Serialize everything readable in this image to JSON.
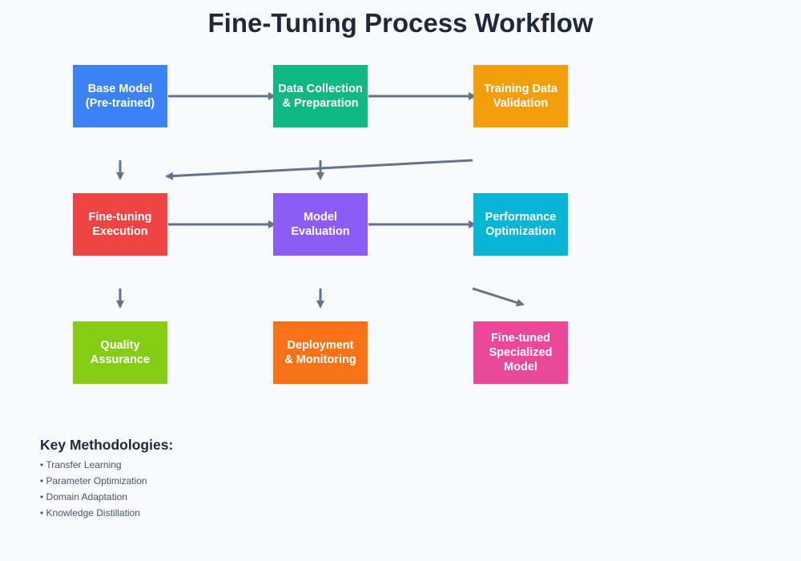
{
  "title": "Fine-Tuning Process Workflow",
  "colors": {
    "arrow": "#64748b",
    "base_model": "#3b82f6",
    "data_collection": "#10b981",
    "training_validation": "#f59e0b",
    "fine_tuning": "#ef4444",
    "model_evaluation": "#8b5cf6",
    "performance": "#06b6d4",
    "quality": "#84cc16",
    "deployment": "#f97316",
    "specialized": "#ec4899"
  },
  "nodes": {
    "base_model": "Base Model\n(Pre-trained)",
    "data_collection": "Data Collection\n& Preparation",
    "training_validation": "Training Data\nValidation",
    "fine_tuning": "Fine-tuning\nExecution",
    "model_evaluation": "Model\nEvaluation",
    "performance": "Performance\nOptimization",
    "quality": "Quality\nAssurance",
    "deployment": "Deployment\n& Monitoring",
    "specialized": "Fine-tuned\nSpecialized Model"
  },
  "legend": {
    "title": "Key Methodologies:",
    "items": [
      "• Transfer Learning",
      "• Parameter Optimization",
      "• Domain Adaptation",
      "• Knowledge Distillation"
    ]
  }
}
